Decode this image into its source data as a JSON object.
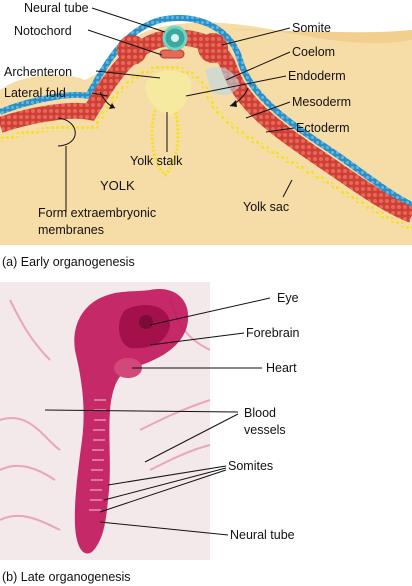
{
  "panel_a": {
    "caption": "(a) Early organogenesis",
    "labels": {
      "neural_tube": "Neural tube",
      "notochord": "Notochord",
      "somite": "Somite",
      "coelom": "Coelom",
      "archenteron": "Archenteron",
      "endoderm": "Endoderm",
      "lateral_fold": "Lateral fold",
      "mesoderm": "Mesoderm",
      "ectoderm": "Ectoderm",
      "yolk_stalk": "Yolk stalk",
      "yolk": "YOLK",
      "yolk_sac": "Yolk sac",
      "form_membranes_1": "Form extraembryonic",
      "form_membranes_2": "membranes"
    },
    "colors": {
      "background": "#ffffff",
      "yolk": "#f6dca6",
      "ectoderm": "#2b8fc4",
      "mesoderm": "#d2493d",
      "endoderm": "#f2e21c",
      "coelom_fill": "#b9d8e6"
    }
  },
  "panel_b": {
    "caption": "(b) Late organogenesis",
    "labels": {
      "eye": "Eye",
      "forebrain": "Forebrain",
      "heart": "Heart",
      "blood_1": "Blood",
      "blood_2": "vessels",
      "somites": "Somites",
      "neural_tube": "Neural tube"
    },
    "colors": {
      "background": "#f3e8ea",
      "embryo": "#c2185b",
      "vessels": "#e8a5bc"
    }
  }
}
